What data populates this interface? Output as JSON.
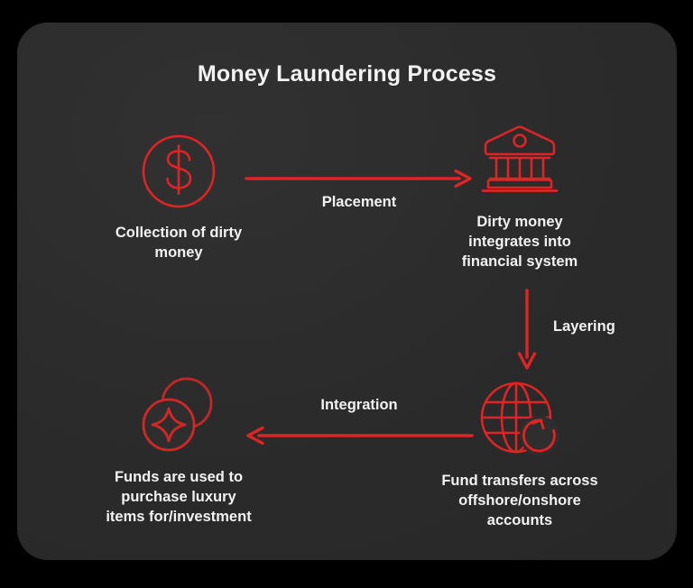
{
  "meta": {
    "background_color": "#000000",
    "card_color": "#2b2b2b",
    "accent_color": "#e02424",
    "text_color": "#f2f2f2"
  },
  "header": {
    "title": "Money Laundering Process"
  },
  "diagram": {
    "type": "cycle-flow",
    "nodes": [
      {
        "id": "dirty-money",
        "icon": "dollar-circle-icon",
        "caption_lines": [
          "Collection of dirty",
          "money"
        ],
        "caption": "Collection of dirty money"
      },
      {
        "id": "bank",
        "icon": "bank-building-icon",
        "caption_lines": [
          "Dirty money",
          "integrates into",
          "financial system"
        ],
        "caption": "Dirty money integrates into financial system"
      },
      {
        "id": "transfers",
        "icon": "globe-transfer-icon",
        "caption_lines": [
          "Fund transfers across",
          "offshore/onshore",
          "accounts"
        ],
        "caption": "Fund transfers across offshore/onshore accounts"
      },
      {
        "id": "luxury",
        "icon": "luxury-coins-sparkle-icon",
        "caption_lines": [
          "Funds are used to",
          "purchase luxury",
          "items for/investment"
        ],
        "caption": "Funds are used to purchase luxury items for/investment"
      }
    ],
    "arrows": [
      {
        "id": "placement",
        "label": "Placement",
        "from": "dirty-money",
        "to": "bank",
        "direction": "right"
      },
      {
        "id": "layering",
        "label": "Layering",
        "from": "bank",
        "to": "transfers",
        "direction": "down"
      },
      {
        "id": "integration",
        "label": "Integration",
        "from": "transfers",
        "to": "luxury",
        "direction": "left"
      }
    ]
  }
}
